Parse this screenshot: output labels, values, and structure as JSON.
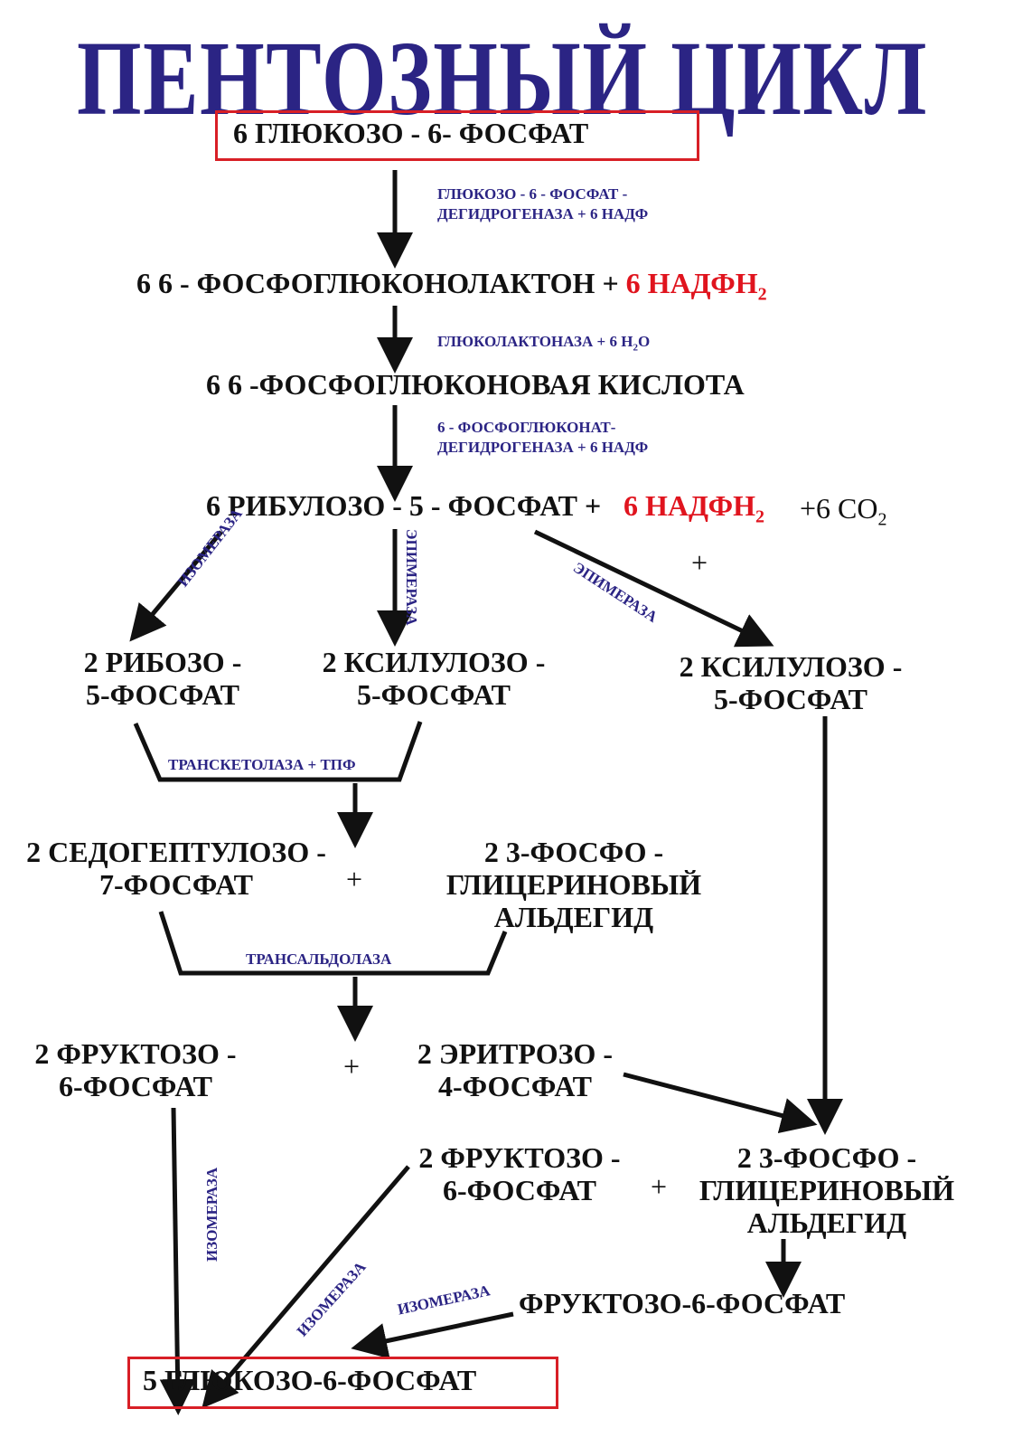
{
  "title": "ПЕНТОЗНЫЙ ЦИКЛ",
  "colors": {
    "title": "#2b2484",
    "enzyme": "#2b2484",
    "nadph": "#e0141e",
    "box": "#d81f26",
    "arrow": "#111111"
  },
  "compounds": {
    "g6p_start": "6 ГЛЮКОЗО - 6-  ФОСФАТ",
    "lactone_prefix": "6   6 - ФОСФОГЛЮКОНОЛАКТОН + ",
    "nadph_1": "6 НАДФН",
    "nadph_1_sub": "2",
    "gluconic_acid": "6    6 -ФОСФОГЛЮКОНОВАЯ КИСЛОТА",
    "ribulose": "6 РИБУЛОЗО - 5 - ФОСФАТ +",
    "nadph_2": "6 НАДФН",
    "nadph_2_sub": "2",
    "co2": "+6 CO",
    "co2_sub": "2",
    "plus_right": "+",
    "ribose_1": "2 РИБОЗО -",
    "ribose_2": "5-ФОСФАТ",
    "xylulose_a_1": "2 КСИЛУЛОЗО -",
    "xylulose_a_2": "5-ФОСФАТ",
    "xylulose_b_1": "2 КСИЛУЛОЗО -",
    "xylulose_b_2": "5-ФОСФАТ",
    "sedo_1": "2 СЕДОГЕПТУЛОЗО -",
    "sedo_2": "7-ФОСФАТ",
    "plus_sedo": "+",
    "gap_a_1": "2    3-ФОСФО -",
    "gap_a_2": "ГЛИЦЕРИНОВЫЙ",
    "gap_a_3": "АЛЬДЕГИД",
    "fructose_a_1": "2 ФРУКТОЗО -",
    "fructose_a_2": "6-ФОСФАТ",
    "plus_fructose": "+",
    "erythrose_1": "2 ЭРИТРОЗО -",
    "erythrose_2": "4-ФОСФАТ",
    "fructose_b_1": "2 ФРУКТОЗО -",
    "fructose_b_2": "6-ФОСФАТ",
    "plus_fructose_b": "+",
    "gap_b_1": "2    3-ФОСФО -",
    "gap_b_2": "ГЛИЦЕРИНОВЫЙ",
    "gap_b_3": "АЛЬДЕГИД",
    "fructose_single": "ФРУКТОЗО-6-ФОСФАТ",
    "g6p_end": "5 ГЛЮКОЗО-6-ФОСФАТ"
  },
  "enzymes": {
    "g6pdh_1": "ГЛЮКОЗО - 6 - ФОСФАТ -",
    "g6pdh_2": "ДЕГИДРОГЕНАЗА + 6 НАДФ",
    "lactonase": "ГЛЮКОЛАКТОНАЗА + 6 H",
    "lactonase_sub": "2",
    "lactonase_tail": "O",
    "pgdh_1": "6 - ФОСФОГЛЮКОНАТ-",
    "pgdh_2": "ДЕГИДРОГЕНАЗА + 6 НАДФ",
    "isomerase_top": "ИЗОМЕРАЗА",
    "epimerase_mid": "ЭПИМЕРАЗА",
    "epimerase_right": "ЭПИМЕРАЗА",
    "transketolase": "ТРАНСКЕТОЛАЗА + ТПФ",
    "transaldolase": "ТРАНСАЛЬДОЛАЗА",
    "isomerase_left": "ИЗОМЕРАЗА",
    "isomerase_mid": "ИЗОМЕРАЗА",
    "isomerase_bottom": "ИЗОМЕРАЗА"
  }
}
